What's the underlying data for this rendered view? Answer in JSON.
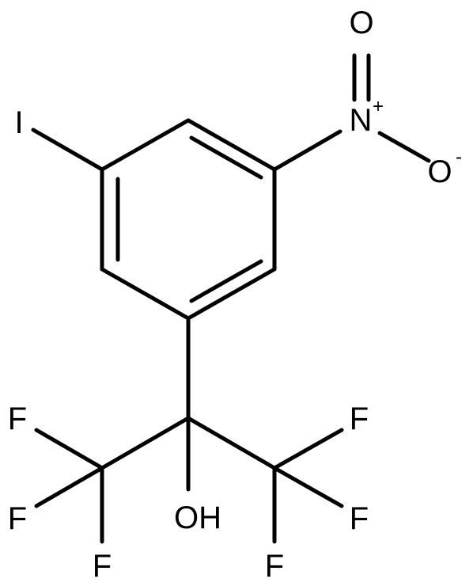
{
  "molecule": {
    "atoms": {
      "iodine": "I",
      "nitro_n": "N",
      "nitro_n_charge": "+",
      "nitro_o_double": "O",
      "nitro_o_single": "O",
      "nitro_o_charge": "-",
      "hydroxyl": "OH",
      "f_left_1": "F",
      "f_left_2": "F",
      "f_left_3": "F",
      "f_right_1": "F",
      "f_right_2": "F",
      "f_right_3": "F"
    }
  }
}
